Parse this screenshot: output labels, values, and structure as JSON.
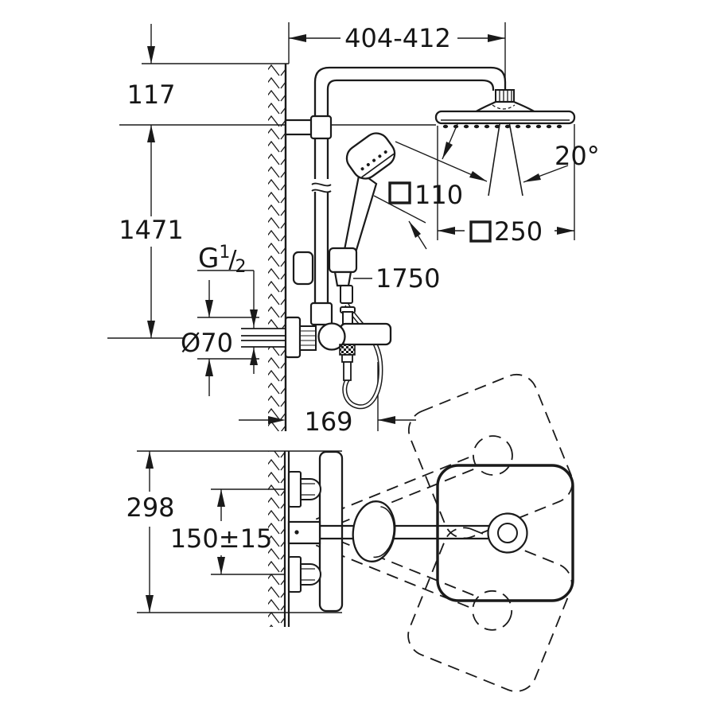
{
  "dims": {
    "top_width": "404-412",
    "arm_drop": "117",
    "rail_height": "1471",
    "thread": {
      "base": "G",
      "sup": "1",
      "slash": "/",
      "sub": "2"
    },
    "flange_diameter": "Ø70",
    "hose_length": "1750",
    "valve_depth": "169",
    "swivel_angle": "20°",
    "hand_shower_face": {
      "symbol": "□",
      "value": "110"
    },
    "head_shower_face": {
      "symbol": "□",
      "value": "250"
    },
    "valve_width": "298",
    "supply_spacing": "150±15"
  }
}
